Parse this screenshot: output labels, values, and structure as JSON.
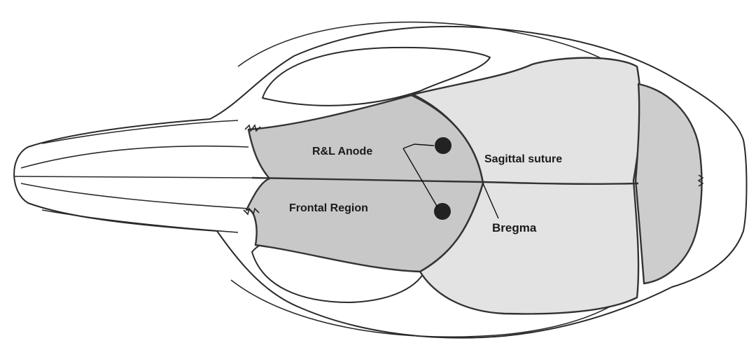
{
  "labels": {
    "anode": "R&L Anode",
    "sagittal": "Sagittal suture",
    "frontal": "Frontal Region",
    "bregma": "Bregma"
  },
  "colors": {
    "outline": "#2a2a2a",
    "frontal_region": "#c8c8c8",
    "parietal_region": "#e3e3e3",
    "interparietal_region": "#cdcdcd",
    "anode_marker": "#222222"
  }
}
